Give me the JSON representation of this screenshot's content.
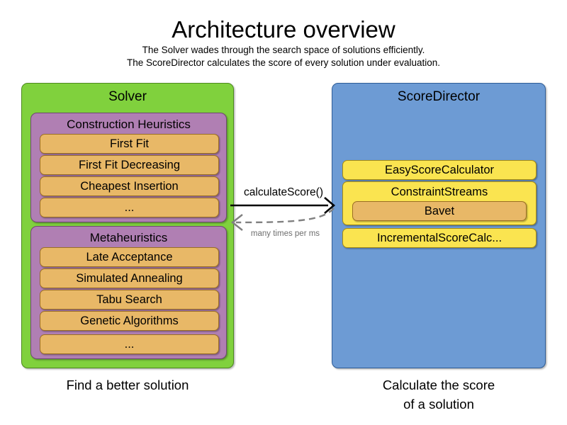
{
  "header": {
    "title": "Architecture overview",
    "subtitle_line1": "The Solver wades through the search space of solutions efficiently.",
    "subtitle_line2": "The ScoreDirector calculates the score of every solution under evaluation."
  },
  "colors": {
    "solver_panel": "#80d13d",
    "solver_panel_border": "#4e8a20",
    "scoredirector_panel": "#6d9bd4",
    "scoredirector_panel_border": "#2f5d97",
    "group_purple": "#b07fb3",
    "group_purple_border": "#6f4a72",
    "item_orange": "#e8b867",
    "item_orange_border": "#9b6f25",
    "item_yellow": "#fae450",
    "item_yellow_border": "#a58c15",
    "arrow_solid": "#000000",
    "arrow_dashed": "#808080",
    "background": "#ffffff"
  },
  "solver": {
    "title": "Solver",
    "caption": "Find a better solution",
    "groups": [
      {
        "title": "Construction Heuristics",
        "items": [
          {
            "label": "First Fit"
          },
          {
            "label": "First Fit Decreasing"
          },
          {
            "label": "Cheapest Insertion"
          },
          {
            "label": "..."
          }
        ]
      },
      {
        "title": "Metaheuristics",
        "items": [
          {
            "label": "Late Acceptance"
          },
          {
            "label": "Simulated Annealing"
          },
          {
            "label": "Tabu Search"
          },
          {
            "label": "Genetic Algorithms"
          },
          {
            "label": "..."
          }
        ]
      }
    ]
  },
  "score_director": {
    "title": "ScoreDirector",
    "caption_line1": "Calculate the score",
    "caption_line2": "of a solution",
    "items": [
      {
        "label": "EasyScoreCalculator"
      },
      {
        "label": "ConstraintStreams",
        "child": {
          "label": "Bavet"
        }
      },
      {
        "label": "IncrementalScoreCalc..."
      }
    ]
  },
  "connectors": {
    "request_label": "calculateScore()",
    "response_label": "many times per ms"
  }
}
